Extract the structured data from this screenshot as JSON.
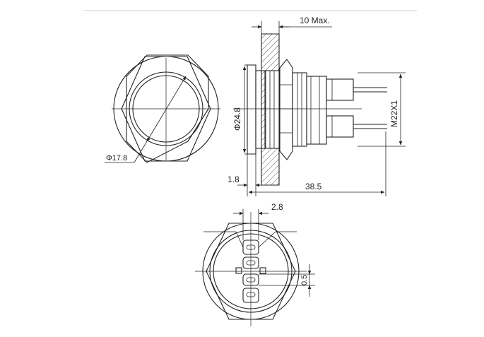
{
  "colors": {
    "line": "#222222",
    "hatch": "#555555",
    "background": "#ffffff"
  },
  "front_view": {
    "dia_label": "Φ17.8"
  },
  "side_view": {
    "top_dim": "10 Max.",
    "dia_label": "Φ24.8",
    "thread_label": "M22X1",
    "flange_dim": "1.8",
    "length_dim": "38.5"
  },
  "bottom_view": {
    "pin_gap_dim": "2.8",
    "pin_width_dim": "0.5"
  }
}
